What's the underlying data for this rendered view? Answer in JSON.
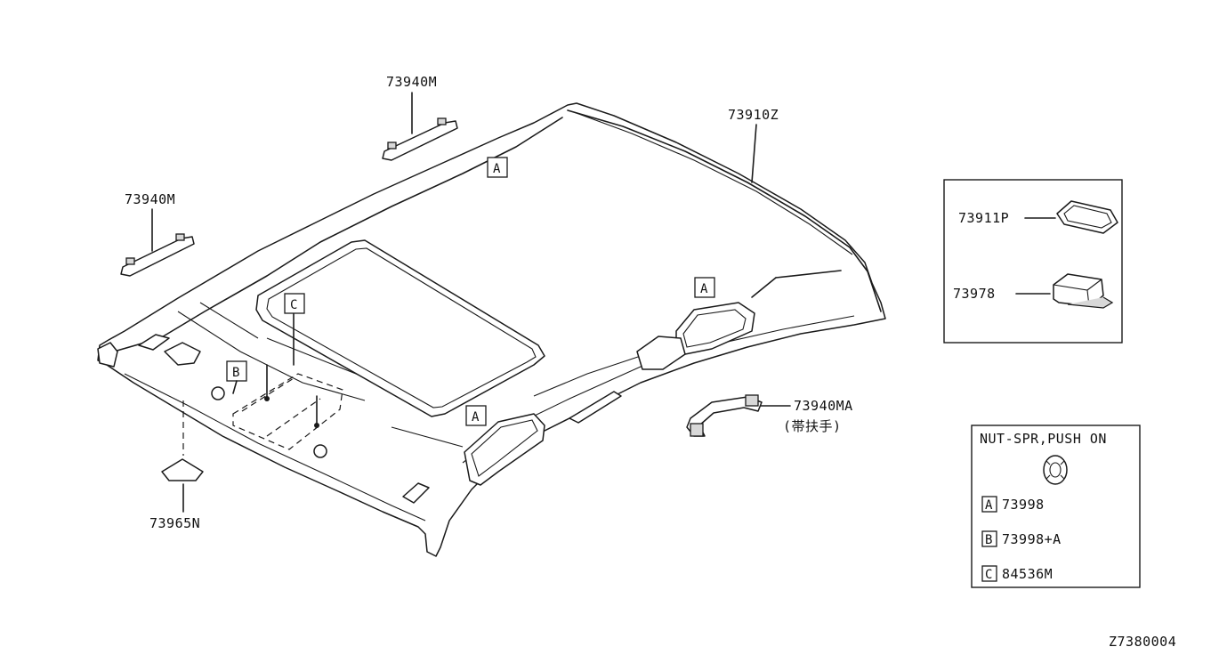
{
  "parts": {
    "clip_rear": "73940M",
    "clip_front": "73940M",
    "headlining": "73910Z",
    "bezel": "73911P",
    "clip_holder": "73978",
    "grip_assist": "73940MA",
    "grip_assist_note": "(帯扶手)",
    "pad": "73965N"
  },
  "callouts": {
    "a": "A",
    "b": "B",
    "c": "C"
  },
  "legend": {
    "title": "NUT-SPR,PUSH ON",
    "rows": [
      {
        "key": "A",
        "part": "73998"
      },
      {
        "key": "B",
        "part": "73998+A"
      },
      {
        "key": "C",
        "part": "84536M"
      }
    ]
  },
  "diagram_id": "Z7380004"
}
